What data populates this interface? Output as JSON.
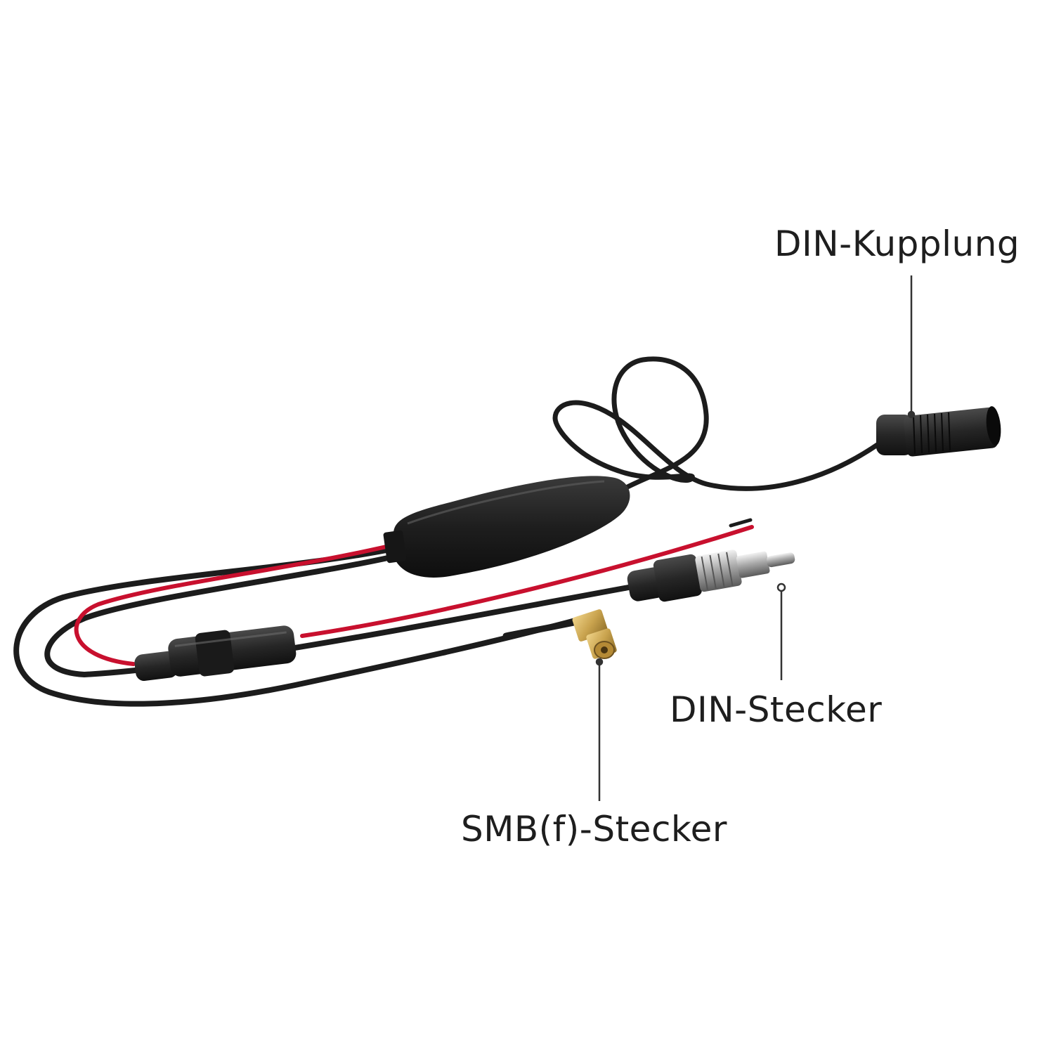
{
  "labels": {
    "din_kupplung": "DIN-Kupplung",
    "din_stecker": "DIN-Stecker",
    "smb_stecker": "SMB(f)-Stecker"
  },
  "colors": {
    "cable_black": "#1c1c1c",
    "cable_red": "#c8102e",
    "housing": "#222222",
    "connector_gold": "#c9a34e",
    "leader_line": "#333333",
    "text": "#1e1e1e"
  }
}
